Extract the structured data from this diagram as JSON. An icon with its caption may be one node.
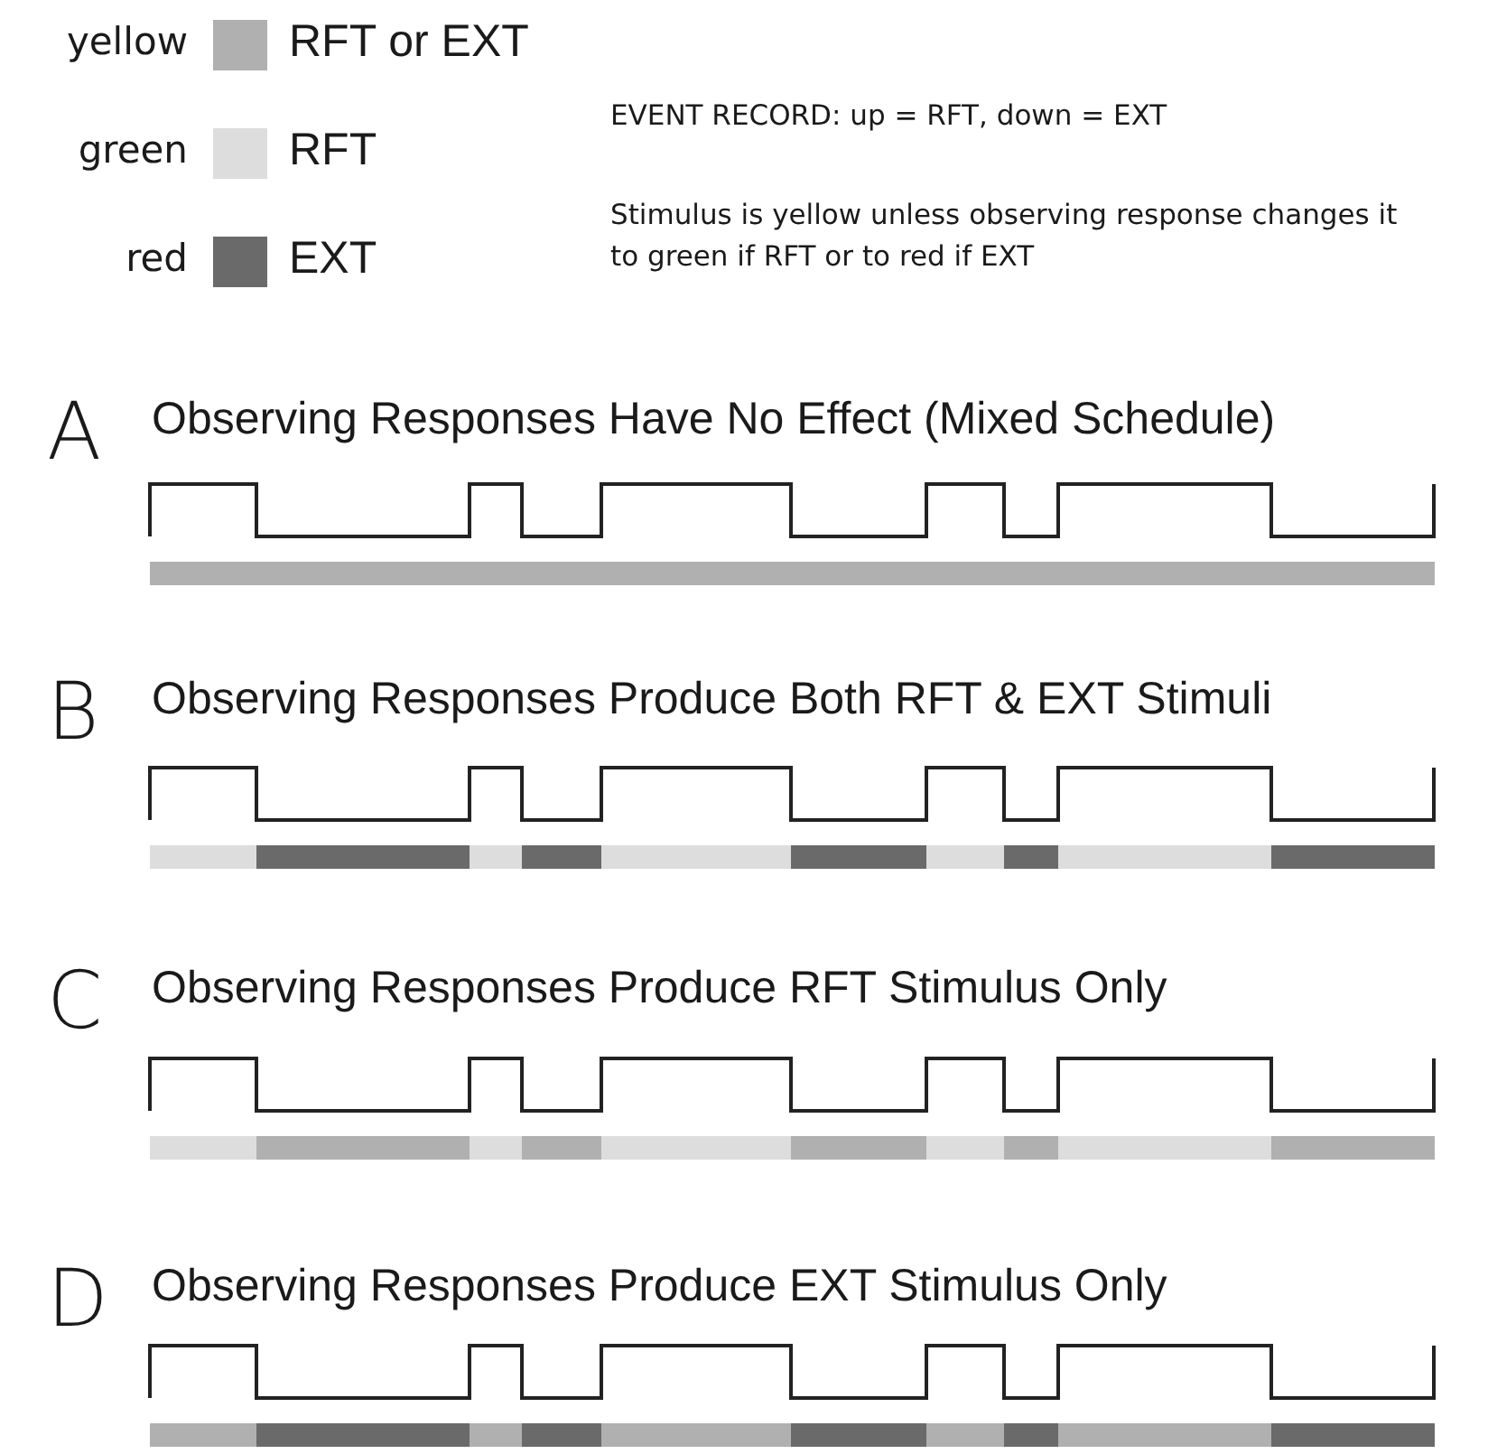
{
  "diagram": {
    "labels": [
      "yellow",
      "green",
      "red",
      "EVENT RECORD: up = RFT, down = EXT",
      "Stimulus is yellow unless observing response changes it to green if RFT or to red if EXT",
      "A",
      "Observing Responses Have No Effect (Mixed Schedule)",
      "B",
      "Observing Responses Produce Both RFT & EXT Stimuli",
      "C",
      "Observing Responses Produce RFT Stimulus Only",
      "D",
      "Observing Responses Produce EXT Stimulus Only"
    ],
    "legend": [
      {
        "text": "RFT or EXT",
        "color": "#b0b0b0"
      },
      {
        "text": "RFT",
        "color": "#dddddd"
      },
      {
        "text": "EXT",
        "color": "#6a6a6a"
      }
    ]
  }
}
